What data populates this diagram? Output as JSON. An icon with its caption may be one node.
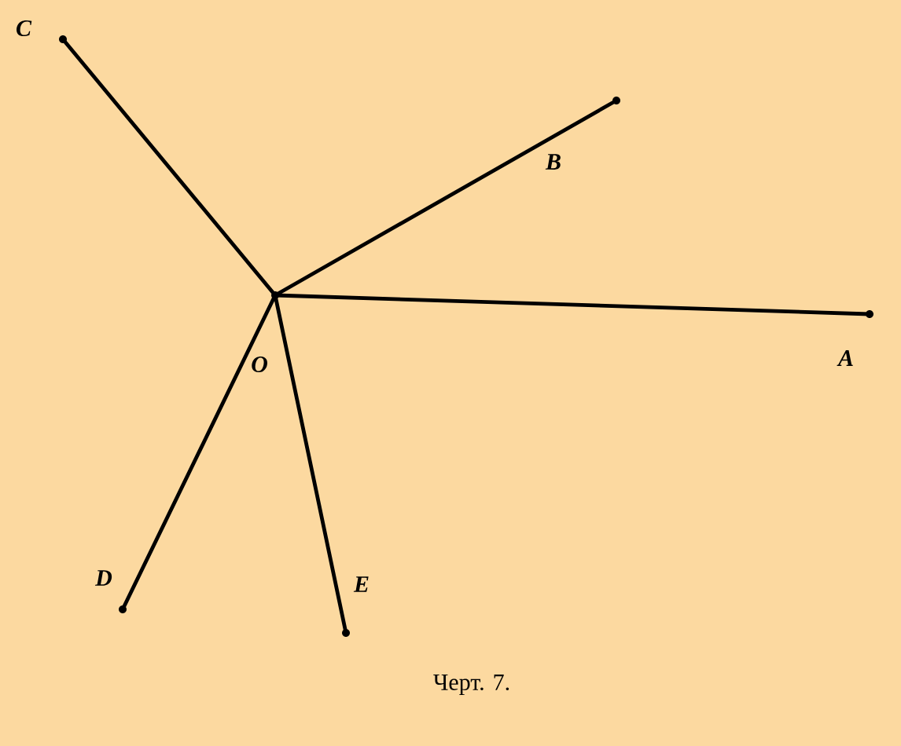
{
  "diagram": {
    "caption": "Черт. 7.",
    "nodes": [
      {
        "text": [],
        "shape": "point",
        "beside": [
          "O"
        ]
      },
      {
        "text": [],
        "shape": "point",
        "beside": [
          "A"
        ]
      },
      {
        "text": [],
        "shape": "point",
        "beside": [
          "B"
        ]
      },
      {
        "text": [],
        "shape": "point",
        "beside": [
          "C"
        ]
      },
      {
        "text": [],
        "shape": "point",
        "beside": [
          "D"
        ]
      },
      {
        "text": [],
        "shape": "point",
        "beside": [
          "E"
        ]
      }
    ],
    "edges": [
      {
        "from": 0,
        "to": 1,
        "arrow": "none"
      },
      {
        "from": 0,
        "to": 2,
        "arrow": "none"
      },
      {
        "from": 0,
        "to": 3,
        "arrow": "none"
      },
      {
        "from": 0,
        "to": 4,
        "arrow": "none"
      },
      {
        "from": 0,
        "to": 5,
        "arrow": "none"
      }
    ]
  }
}
